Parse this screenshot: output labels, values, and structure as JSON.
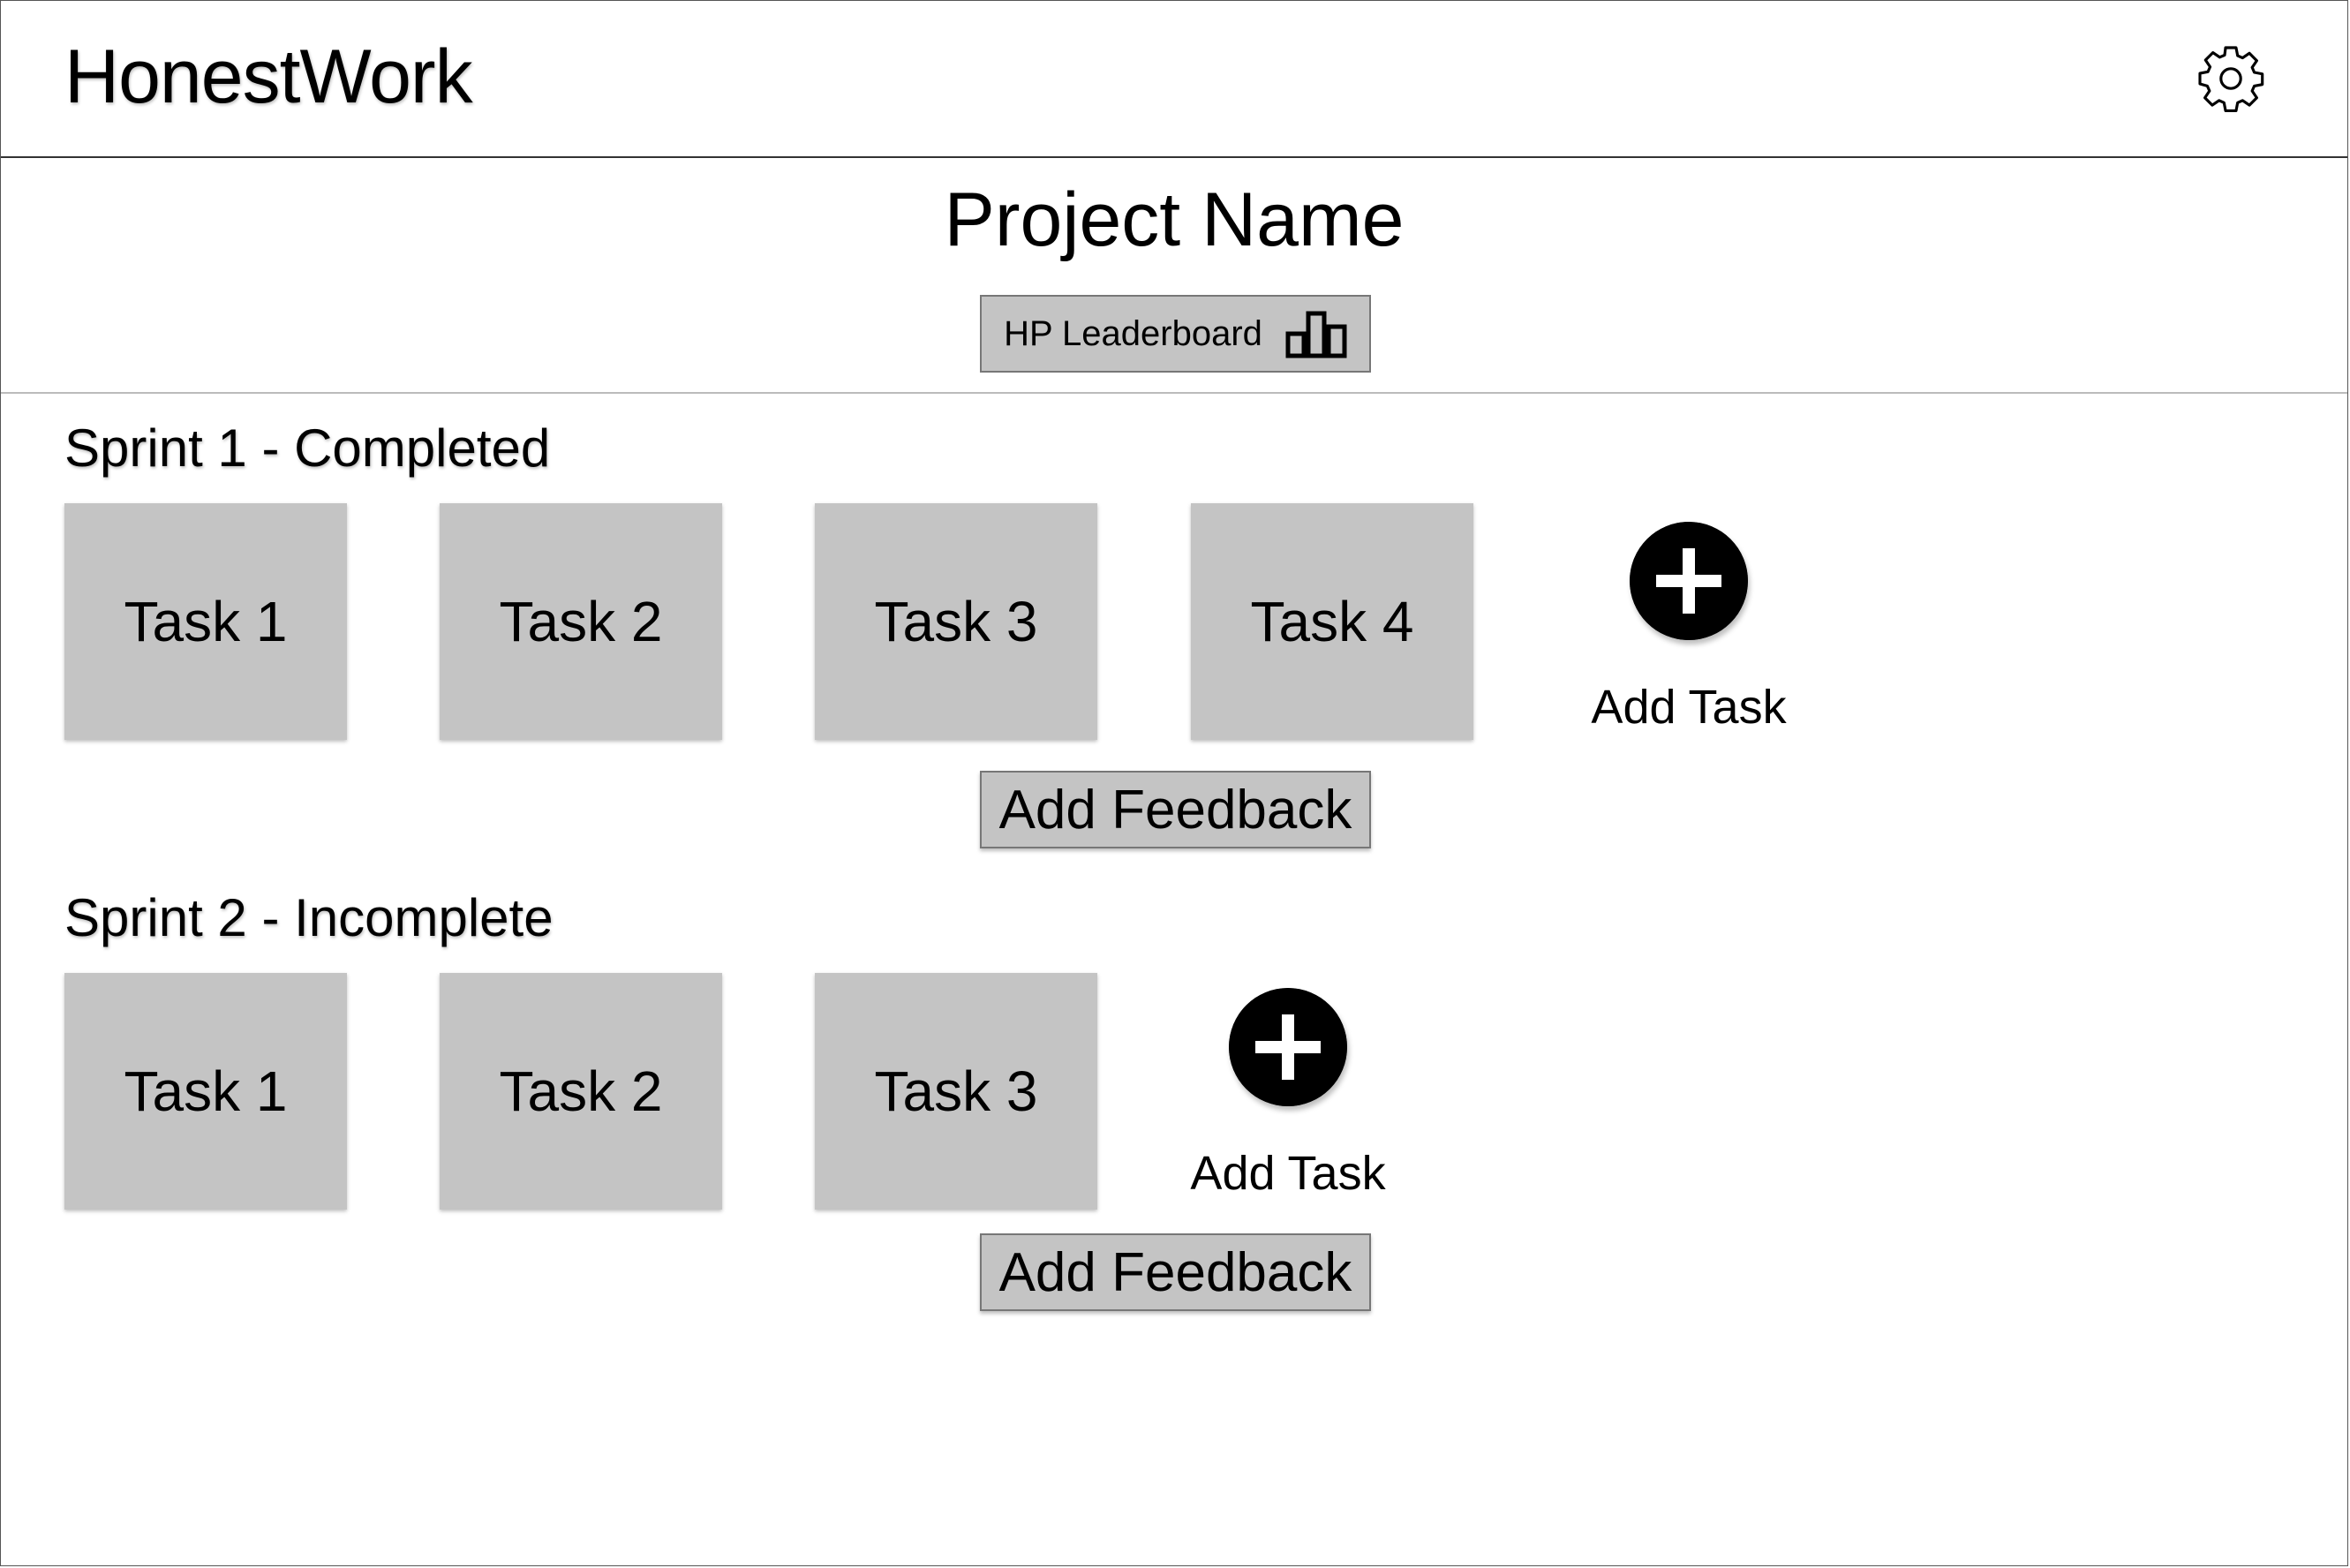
{
  "app": {
    "title": "HonestWork",
    "settings_icon": "gear-icon"
  },
  "project": {
    "name": "Project Name"
  },
  "leaderboard": {
    "label": "HP Leaderboard",
    "icon": "bar-chart-icon"
  },
  "sprints": [
    {
      "title": "Sprint 1 - Completed",
      "tasks": [
        "Task 1",
        "Task 2",
        "Task 3",
        "Task 4"
      ],
      "add_task_label": "Add Task",
      "add_feedback_label": "Add Feedback"
    },
    {
      "title": "Sprint 2 - Incomplete",
      "tasks": [
        "Task 1",
        "Task 2",
        "Task 3"
      ],
      "add_task_label": "Add Task",
      "add_feedback_label": "Add Feedback"
    }
  ],
  "colors": {
    "card": "#c4c4c4",
    "accent": "#000000",
    "background": "#ffffff"
  }
}
